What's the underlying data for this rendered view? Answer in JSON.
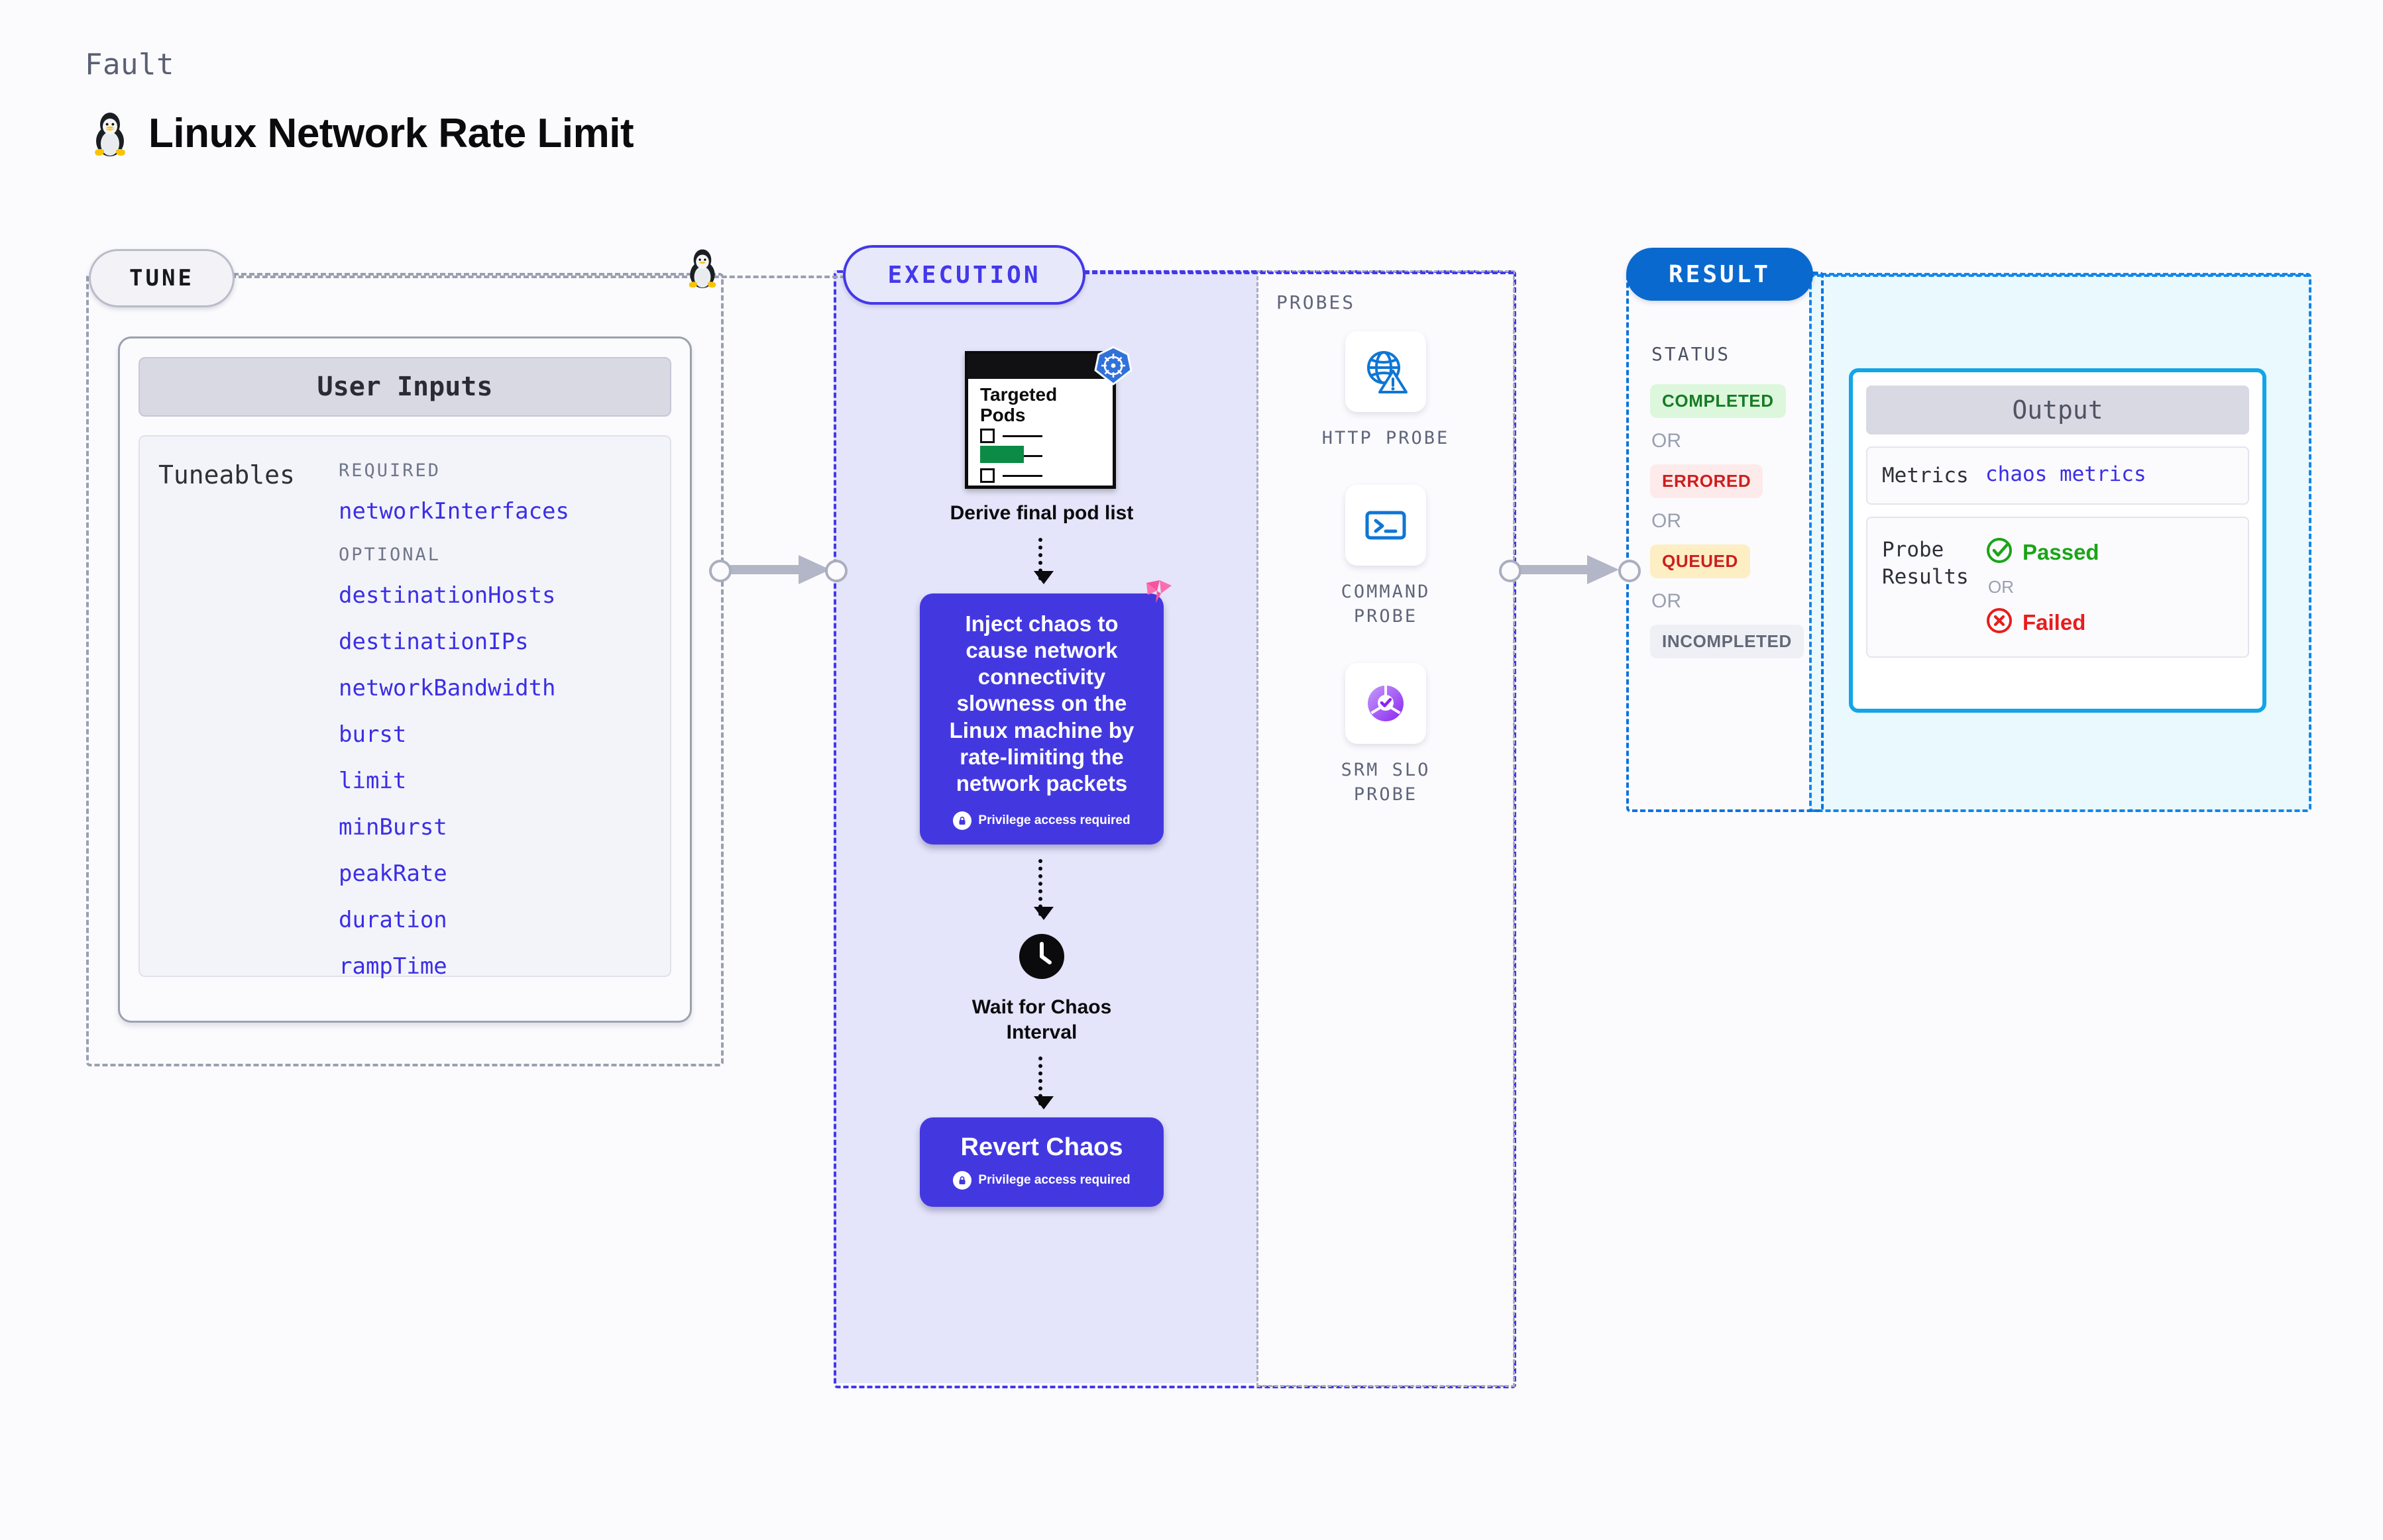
{
  "header": {
    "eyebrow": "Fault",
    "title": "Linux Network Rate Limit",
    "icon": "tux-penguin-icon"
  },
  "tune": {
    "badge": "TUNE",
    "card_title": "User Inputs",
    "tuneables_label": "Tuneables",
    "groups": [
      {
        "title": "REQUIRED",
        "items": [
          "networkInterfaces"
        ]
      },
      {
        "title": "OPTIONAL",
        "items": [
          "destinationHosts",
          "destinationIPs",
          "networkBandwidth",
          "burst",
          "limit",
          "minBurst",
          "peakRate",
          "duration",
          "rampTime"
        ]
      }
    ]
  },
  "execution": {
    "badge": "EXECUTION",
    "pods_doc_title": "Targeted Pods",
    "derive_caption": "Derive final pod list",
    "chaos_card": {
      "text": "Inject chaos to cause network connectivity slowness on the Linux machine by rate-limiting the network packets",
      "privilege_note": "Privilege access required",
      "corner_icon": "litmuschaos-icon"
    },
    "wait_caption": "Wait for Chaos Interval",
    "wait_icon": "clock-icon",
    "revert_card": {
      "title": "Revert Chaos",
      "privilege_note": "Privilege access required"
    },
    "k8s_icon": "kubernetes-helm-icon"
  },
  "probes": {
    "title": "PROBES",
    "items": [
      {
        "label": "HTTP PROBE",
        "icon": "globe-warning-icon"
      },
      {
        "label": "COMMAND PROBE",
        "icon": "terminal-icon"
      },
      {
        "label": "SRM SLO PROBE",
        "icon": "slo-gauge-icon"
      }
    ]
  },
  "result": {
    "badge": "RESULT",
    "status_title": "STATUS",
    "or_text": "OR",
    "statuses": [
      {
        "label": "COMPLETED",
        "fg": "#167c23",
        "bg": "#ddf7dd"
      },
      {
        "label": "ERRORED",
        "fg": "#cb1f1f",
        "bg": "#fdeaea"
      },
      {
        "label": "QUEUED",
        "fg": "#cb1f1f",
        "bg": "#fdeec3"
      },
      {
        "label": "INCOMPLETED",
        "fg": "#636878",
        "bg": "#eff0f5"
      }
    ]
  },
  "output": {
    "title": "Output",
    "metrics_label": "Metrics",
    "metrics_value": "chaos metrics",
    "probe_results_label": "Probe Results",
    "passed_label": "Passed",
    "failed_label": "Failed",
    "or_text": "OR",
    "passed_icon": "check-circle-icon",
    "failed_icon": "x-circle-icon"
  },
  "colors": {
    "accent_purple": "#4338e0",
    "accent_blue": "#0969cf",
    "cyan_border": "#12a5e8",
    "tuneable_text": "#3b2ee6",
    "passed_green": "#1aa517",
    "failed_red": "#e81d1d"
  }
}
